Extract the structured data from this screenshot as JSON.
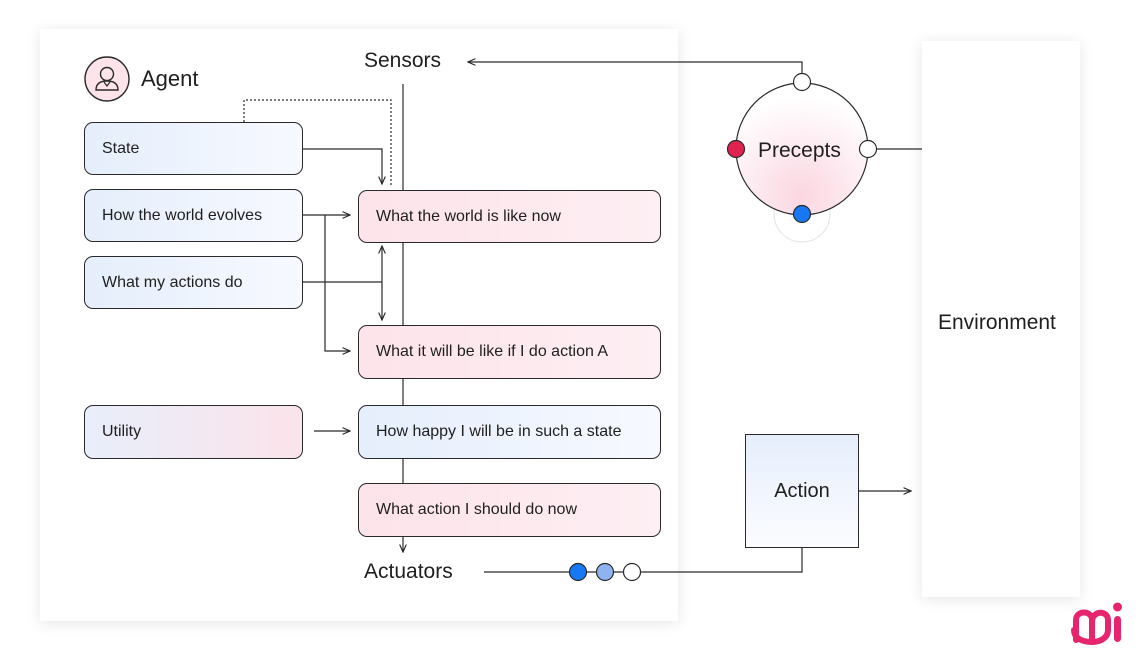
{
  "agent": {
    "title": "Agent",
    "icon": "user-avatar-icon"
  },
  "sensors_label": "Sensors",
  "actuators_label": "Actuators",
  "environment_label": "Environment",
  "action_label": "Action",
  "precepts_label": "Precepts",
  "left_boxes": {
    "state": "State",
    "world_evolves": "How the world evolves",
    "my_actions": "What my actions do",
    "utility": "Utility"
  },
  "center_boxes": {
    "world_now": "What the world is like now",
    "if_action_a": "What it will be like if I do action A",
    "how_happy": "How happy I will be in such a state",
    "action_now": "What action I should do now"
  },
  "colors": {
    "line": "#2a2a2a",
    "blue_dot": "#1877f2",
    "light_blue_dot": "#8fb3f0",
    "red_dot": "#e0234e",
    "brand": "#e6256e"
  },
  "logo": {
    "icon": "mi-brand-logo-icon"
  }
}
